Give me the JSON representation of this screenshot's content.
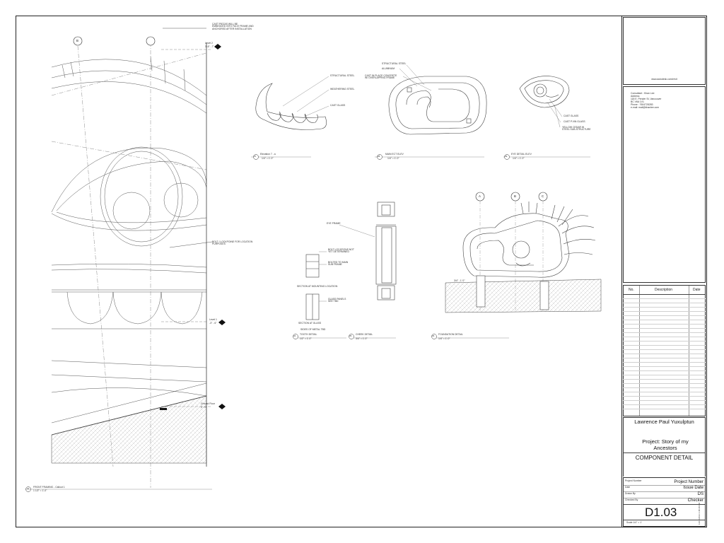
{
  "drawing_notes": {
    "top_note": "CAST PIEZAS WILL BE\nEMBEDDED INTO FACE FRAME AND\nANCHORED AFTER INSTALLATION",
    "mid_note": "BOLT / LOCKPOINE FOR LOCATION\nPURPOSES",
    "section_b": "B"
  },
  "levels": [
    {
      "name": "Level 2",
      "elev": "3'-6\" - 7'"
    },
    {
      "name": "Level 1",
      "elev": "-3'' - 6''"
    },
    {
      "name": "Ground Floor",
      "elev": "0' - 0\""
    }
  ],
  "views": [
    {
      "num": "01",
      "title": "FRONT FRAMING - Callout 1",
      "scale": "1 1/2\" = 1'-0\""
    },
    {
      "num": "07",
      "title": "Elevation 7 - a",
      "scale": "1/4\" = 1'-0\""
    },
    {
      "num": "08",
      "title": "MAIN ECT ELEV",
      "scale": "1/4\" = 1'-0\""
    },
    {
      "num": "09",
      "title": "EYE DETAIL ELEV",
      "scale": "1/4\" = 1'-0\""
    },
    {
      "num": "04",
      "title": "TOOTH DETAIL",
      "scale": "1/2\" = 1'-0\""
    },
    {
      "num": "05",
      "title": "CHEEK DETAIL",
      "scale": "3/4\" = 1'-0\""
    },
    {
      "num": "06",
      "title": "FOUNDATION DETAIL",
      "scale": "1/4\" = 1'-0\""
    }
  ],
  "callouts": {
    "tooth": [
      "STRUCTURAL STEEL",
      "WEATHERING STEEL",
      "CAST GLASS"
    ],
    "main": [
      "STRUCTURAL STEEL",
      "ALUMINUM",
      "CAST IN PLACE CONCRETE\nW/ OVERLAPPING FRAME"
    ],
    "eye": [
      "CAST GLASS",
      "CAST P.VIN GLASS",
      "YELLOW CEDAR W\nSTEEL SUB-STRUCTURE"
    ],
    "cheek": [
      "EYE FRAME",
      "BOLT LOCATIONS NOT\nYET DETERMINED",
      "BOLTED TO MAIN\nSUB FRAME",
      "SECTION AT MOUNTING LOCATION",
      "GLASS PANELS\nSEE TBD",
      "SECTION AT GLASS",
      "SIDES OF METAL TBD"
    ],
    "grid": [
      "A",
      "B",
      "C"
    ],
    "foundation_elev": "3/4\" - 1' 0\""
  },
  "titleblock": {
    "website": "www.autodesk.com/revit",
    "consultant": [
      "Consultant : Khan Lee",
      "Address",
      "118 E. Pender St, Vancouver",
      "BC V6A 1V1",
      "Phone : 7604728283",
      "e-mail: mail@khanlee.com"
    ],
    "revision_headers": [
      "No.",
      "Description",
      "Date"
    ],
    "client": "Lawrence Paul Yuxulptun",
    "project": "Project: Story of my Ancestors",
    "sheet_name": "COMPONENT DETAIL",
    "fields": [
      {
        "label": "Project Number",
        "value": "Project Number"
      },
      {
        "label": "Date",
        "value": "Issue Date"
      },
      {
        "label": "Drawn By",
        "value": "DS"
      },
      {
        "label": "Checked By",
        "value": "Checker"
      }
    ],
    "sheet_number": "D1.03",
    "scale": "Scale 1/4\" = 1'",
    "stamp": "11/13/2013 1:48:38 PM"
  }
}
